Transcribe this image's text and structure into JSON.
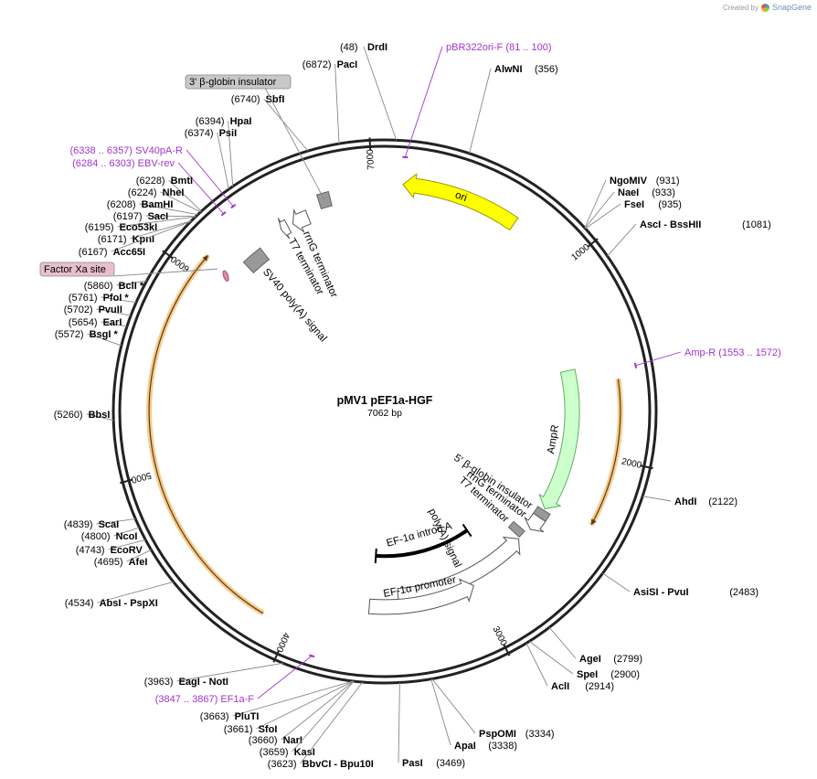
{
  "watermark": {
    "created_by": "Created by",
    "brand": "SnapGene"
  },
  "plasmid": {
    "name": "pMV1 pEF1a-HGF",
    "length_bp": 7062,
    "size_label": "7062 bp"
  },
  "ticks": [
    1000,
    2000,
    3000,
    4000,
    5000,
    6000,
    7000
  ],
  "features": [
    {
      "name": "ori",
      "start": 90,
      "end": 678,
      "dir": -1,
      "ring": 0.85,
      "kind": "arrow",
      "color": "#ffff00",
      "stroke": "#999900",
      "label_mode": "inside"
    },
    {
      "name": "AmpR",
      "start": 1520,
      "end": 2380,
      "dir": 1,
      "ring": 0.7,
      "kind": "arrow",
      "color": "#ccffcc",
      "stroke": "#66aa66",
      "label_mode": "along"
    },
    {
      "name": "5' β-globin insulator",
      "start": 2390,
      "end": 2440,
      "dir": 1,
      "ring": 0.7,
      "kind": "box",
      "color": "#999999",
      "stroke": "#666666",
      "label_mode": "radial"
    },
    {
      "name": "rrnG terminator",
      "start": 2440,
      "end": 2530,
      "dir": 1,
      "ring": 0.7,
      "kind": "arrow",
      "color": "#ffffff",
      "stroke": "#555555",
      "label_mode": "radial"
    },
    {
      "name": "T7 terminator",
      "start": 2560,
      "end": 2610,
      "dir": 1,
      "ring": 0.66,
      "kind": "box",
      "color": "#999999",
      "stroke": "#666666",
      "label_mode": "radial"
    },
    {
      "name": "poly(A) signal",
      "start": 2620,
      "end": 3450,
      "dir": -1,
      "ring": 0.69,
      "kind": "arrow",
      "color": "#ffffff",
      "stroke": "#555555",
      "label_mode": "radial"
    },
    {
      "name": "EF-1α intron A",
      "start": 2850,
      "end": 3600,
      "dir": 1,
      "ring": 0.54,
      "kind": "bracket",
      "color": "#000000",
      "stroke": "#000000",
      "label_mode": "along"
    },
    {
      "name": "EF-1α promoter",
      "start": 3000,
      "end": 3620,
      "dir": -1,
      "ring": 0.73,
      "kind": "arrow",
      "color": "#ffffff",
      "stroke": "#555555",
      "label_mode": "along"
    },
    {
      "name": "SV40 poly(A) signal",
      "start": 6210,
      "end": 6330,
      "dir": 1,
      "ring": 0.74,
      "kind": "box",
      "color": "#999999",
      "stroke": "#666666",
      "label_mode": "radial"
    },
    {
      "name": "T7 terminator",
      "start": 6480,
      "end": 6520,
      "dir": -1,
      "ring": 0.78,
      "kind": "arrow",
      "color": "#ffffff",
      "stroke": "#555555",
      "label_mode": "radial"
    },
    {
      "name": "rrnG terminator",
      "start": 6550,
      "end": 6640,
      "dir": -1,
      "ring": 0.78,
      "kind": "arrow",
      "color": "#ffffff",
      "stroke": "#555555",
      "label_mode": "radial"
    },
    {
      "name": "3' β-globin insulator",
      "start": 6720,
      "end": 6780,
      "dir": 1,
      "ring": 0.82,
      "kind": "box",
      "color": "#999999",
      "stroke": "#666666",
      "label_mode": "none"
    }
  ],
  "orfs": [
    {
      "start": 1610,
      "end": 2330,
      "dir": 1
    },
    {
      "start": 4140,
      "end": 6110,
      "dir": 1
    }
  ],
  "primers": [
    {
      "name": "pBR322ori-F",
      "range": "(81 .. 100)",
      "pos": 90
    },
    {
      "name": "Amp-R",
      "range": "(1553 .. 1572)",
      "pos": 1562
    },
    {
      "name": "EF1a-F",
      "range": "(3847 .. 3867)",
      "pos": 3857
    },
    {
      "name": "SV40pA-R",
      "range": "(6338 .. 6357)",
      "pos": 6347
    },
    {
      "name": "EBV-rev",
      "range": "(6284 .. 6303)",
      "pos": 6293
    }
  ],
  "small_features": [
    {
      "name": "Factor Xa site",
      "pos": 6090
    }
  ],
  "sites_right": [
    {
      "name": "DrdI",
      "pos_text": "(48)",
      "pos": 48
    },
    {
      "name": "AlwNI",
      "pos_text": "(356)",
      "pos": 356
    },
    {
      "name": "NgoMIV",
      "pos_text": "(931)",
      "pos": 931
    },
    {
      "name": "NaeI",
      "pos_text": "(933)",
      "pos": 933
    },
    {
      "name": "FseI",
      "pos_text": "(935)",
      "pos": 935
    },
    {
      "name": "AscI   - BssHII",
      "pos_text": "(1081)",
      "pos": 1081
    },
    {
      "name": "AhdI",
      "pos_text": "(2122)",
      "pos": 2122
    },
    {
      "name": "AsiSI   - PvuI",
      "pos_text": "(2483)",
      "pos": 2483
    },
    {
      "name": "AgeI",
      "pos_text": "(2799)",
      "pos": 2799
    },
    {
      "name": "SpeI",
      "pos_text": "(2900)",
      "pos": 2900
    },
    {
      "name": "AclI",
      "pos_text": "(2914)",
      "pos": 2914
    },
    {
      "name": "PspOMI",
      "pos_text": "(3334)",
      "pos": 3334
    },
    {
      "name": "ApaI",
      "pos_text": "(3338)",
      "pos": 3338
    },
    {
      "name": "PasI",
      "pos_text": "(3469)",
      "pos": 3469
    }
  ],
  "sites_left": [
    {
      "name": "PacI",
      "pos_text": "(6872)",
      "pos": 6872
    },
    {
      "name": "SbfI",
      "pos_text": "(6740)",
      "pos": 6740
    },
    {
      "name": "HpaI",
      "pos_text": "(6394)",
      "pos": 6394
    },
    {
      "name": "PsiI",
      "pos_text": "(6374)",
      "pos": 6374
    },
    {
      "name": "BmtI",
      "pos_text": "(6228)",
      "pos": 6228
    },
    {
      "name": "NheI",
      "pos_text": "(6224)",
      "pos": 6224
    },
    {
      "name": "BamHI",
      "pos_text": "(6208)",
      "pos": 6208
    },
    {
      "name": "SacI",
      "pos_text": "(6197)",
      "pos": 6197
    },
    {
      "name": "Eco53kI",
      "pos_text": "(6195)",
      "pos": 6195
    },
    {
      "name": "KpnI",
      "pos_text": "(6171)",
      "pos": 6171
    },
    {
      "name": "Acc65I",
      "pos_text": "(6167)",
      "pos": 6167
    },
    {
      "name": "BclI *",
      "pos_text": "(5860)",
      "pos": 5860
    },
    {
      "name": "PfoI *",
      "pos_text": "(5761)",
      "pos": 5761
    },
    {
      "name": "PvuII",
      "pos_text": "(5702)",
      "pos": 5702
    },
    {
      "name": "EarI",
      "pos_text": "(5654)",
      "pos": 5654
    },
    {
      "name": "BsgI *",
      "pos_text": "(5572)",
      "pos": 5572
    },
    {
      "name": "BbsI",
      "pos_text": "(5260)",
      "pos": 5260
    },
    {
      "name": "ScaI",
      "pos_text": "(4839)",
      "pos": 4839
    },
    {
      "name": "NcoI",
      "pos_text": "(4800)",
      "pos": 4800
    },
    {
      "name": "EcoRV",
      "pos_text": "(4743)",
      "pos": 4743
    },
    {
      "name": "AfeI",
      "pos_text": "(4695)",
      "pos": 4695
    },
    {
      "name": "AbsI   - PspXI",
      "pos_text": "(4534)",
      "pos": 4534
    },
    {
      "name": "EagI   - NotI",
      "pos_text": "(3963)",
      "pos": 3963
    },
    {
      "name": "PluTI",
      "pos_text": "(3663)",
      "pos": 3663
    },
    {
      "name": "SfoI",
      "pos_text": "(3661)",
      "pos": 3661
    },
    {
      "name": "NarI",
      "pos_text": "(3660)",
      "pos": 3660
    },
    {
      "name": "KasI",
      "pos_text": "(3659)",
      "pos": 3659
    },
    {
      "name": "BbvCI   - Bpu10I",
      "pos_text": "(3623)",
      "pos": 3623
    }
  ],
  "boxed_labels": [
    {
      "name": "3' β-globin insulator",
      "fill": "#c8c8c8"
    },
    {
      "name": "Factor Xa site",
      "fill": "#e8c0cc"
    }
  ],
  "colors": {
    "primer": "#a333cc",
    "backbone": "#222222",
    "orf": "#f0a030"
  }
}
